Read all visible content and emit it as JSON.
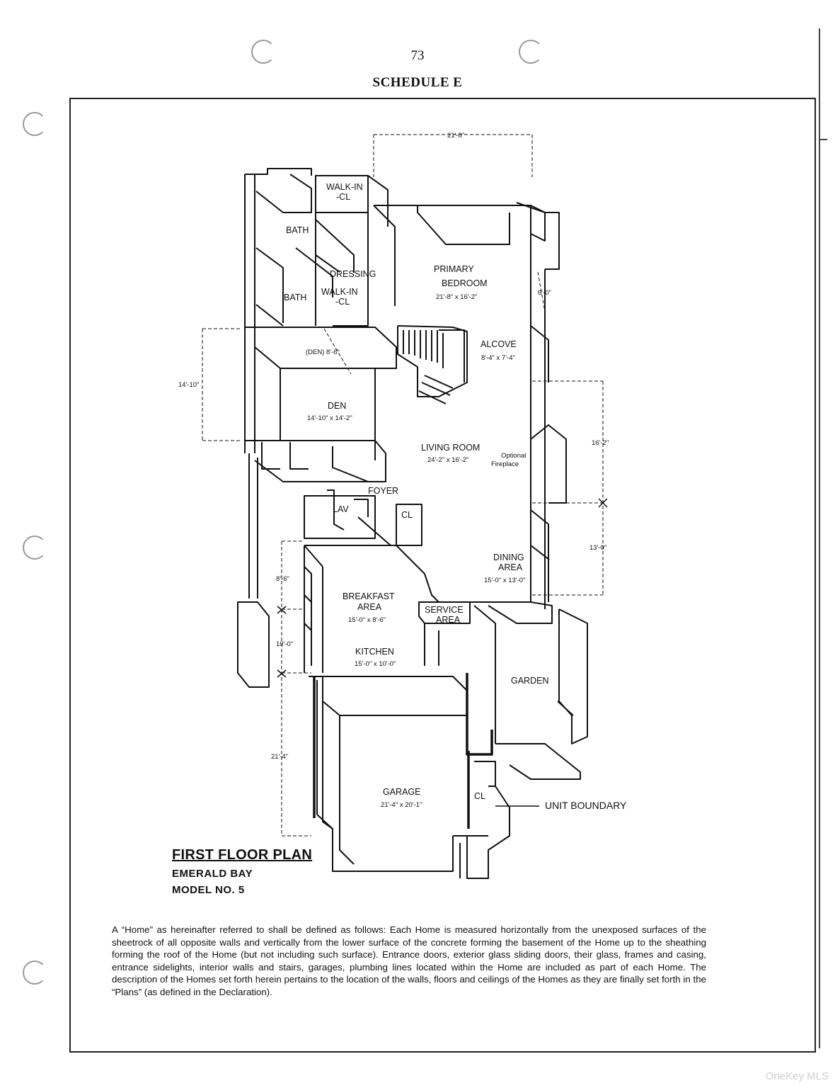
{
  "header": {
    "page_number": "73",
    "schedule_title": "SCHEDULE E"
  },
  "plan": {
    "rooms": {
      "walk_in_1": [
        "WALK-IN",
        "-CL"
      ],
      "bath_1": "BATH",
      "dressing": "DRESSING",
      "bath_2": "BATH",
      "walk_in_2": [
        "WALK-IN",
        "-CL"
      ],
      "primary_bedroom": [
        "PRIMARY",
        "BEDROOM",
        "21'-8\" x 16'-2\""
      ],
      "den_bay": "(DEN) 8'-6\"",
      "alcove": [
        "ALCOVE",
        "8'-4\" x 7'-4\""
      ],
      "den": [
        "DEN",
        "14'-10\" x 14'-2\""
      ],
      "living_room": [
        "LIVING ROOM",
        "24'-2\" x 16'-2\""
      ],
      "fireplace": [
        "Optional",
        "Fireplace"
      ],
      "foyer": "FOYER",
      "lav": "LAV",
      "closet_1": "CL",
      "dining": [
        "DINING",
        "AREA",
        "15'-0\" x 13'-0\""
      ],
      "breakfast": [
        "BREAKFAST",
        "AREA",
        "15'-0\" x 8'-6\""
      ],
      "service": [
        "SERVICE",
        "AREA"
      ],
      "kitchen": [
        "KITCHEN",
        "15'-0\" x 10'-0\""
      ],
      "garden": "GARDEN",
      "garage": [
        "GARAGE",
        "21'-4\" x 20'-1\""
      ],
      "closet_2": "CL"
    },
    "dimensions": {
      "top_width": "21'-8\"",
      "bedroom_side": "6'-0\"",
      "den_depth": "14'-10\"",
      "living_depth": "16'-2\"",
      "dining_depth": "13'-0\"",
      "breakfast_depth": "8'-6\"",
      "kitchen_depth": "10'-0\"",
      "garage_depth": "21'-4\""
    },
    "unit_boundary_label": "UNIT BOUNDARY"
  },
  "title_block": {
    "title": "FIRST FLOOR PLAN",
    "subtitle": "EMERALD BAY",
    "model": "MODEL NO. 5"
  },
  "definition_paragraph": "A “Home” as hereinafter referred to shall be defined as follows: Each Home is measured horizontally from the unexposed surfaces of the sheetrock of all opposite walls and vertically from the lower surface of the concrete forming the basement of the Home up to the sheathing forming the roof of the Home (but not including such surface). Entrance doors, exterior glass sliding doors, their glass, frames and casing, entrance sidelights, interior walls and stairs, garages, plumbing lines located within the Home are included as part of each Home. The description of the Homes set forth herein pertains to the location of the walls, floors and ceilings of the Homes as they are finally set forth in the “Plans” (as defined in the Declaration).",
  "watermark": "OneKey MLS"
}
